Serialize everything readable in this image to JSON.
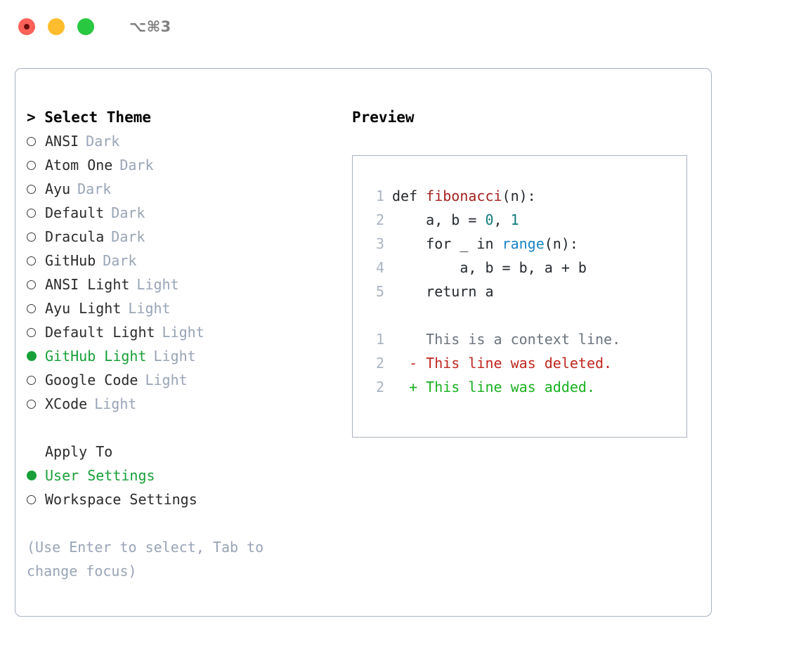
{
  "titlebar": {
    "shortcut": "⌥⌘3",
    "buttons": [
      "close",
      "minimize",
      "maximize"
    ]
  },
  "theme_panel": {
    "header": "> Select Theme",
    "items": [
      {
        "label": "ANSI",
        "badge": "Dark",
        "selected": false
      },
      {
        "label": "Atom One",
        "badge": "Dark",
        "selected": false
      },
      {
        "label": "Ayu",
        "badge": "Dark",
        "selected": false
      },
      {
        "label": "Default",
        "badge": "Dark",
        "selected": false
      },
      {
        "label": "Dracula",
        "badge": "Dark",
        "selected": false
      },
      {
        "label": "GitHub",
        "badge": "Dark",
        "selected": false
      },
      {
        "label": "ANSI Light",
        "badge": "Light",
        "selected": false
      },
      {
        "label": "Ayu Light",
        "badge": "Light",
        "selected": false
      },
      {
        "label": "Default Light",
        "badge": "Light",
        "selected": false
      },
      {
        "label": "GitHub Light",
        "badge": "Light",
        "selected": true
      },
      {
        "label": "Google Code",
        "badge": "Light",
        "selected": false
      },
      {
        "label": "XCode",
        "badge": "Light",
        "selected": false
      }
    ]
  },
  "apply_to": {
    "title": "Apply To",
    "items": [
      {
        "label": "User Settings",
        "selected": true
      },
      {
        "label": "Workspace Settings",
        "selected": false
      }
    ]
  },
  "hint": "(Use Enter to select, Tab to change focus)",
  "preview": {
    "title": "Preview",
    "code_lines": [
      {
        "num": "1",
        "tokens": [
          {
            "t": "def ",
            "c": "tok-def"
          },
          {
            "t": "fibonacci",
            "c": "tok-fn"
          },
          {
            "t": "(n):",
            "c": "tok-punct"
          }
        ]
      },
      {
        "num": "2",
        "tokens": [
          {
            "t": "    a, b = ",
            "c": "tok-kw"
          },
          {
            "t": "0",
            "c": "tok-num"
          },
          {
            "t": ", ",
            "c": "tok-punct"
          },
          {
            "t": "1",
            "c": "tok-num"
          }
        ]
      },
      {
        "num": "3",
        "tokens": [
          {
            "t": "    for _ in ",
            "c": "tok-kw"
          },
          {
            "t": "range",
            "c": "tok-builtin"
          },
          {
            "t": "(n):",
            "c": "tok-punct"
          }
        ]
      },
      {
        "num": "4",
        "tokens": [
          {
            "t": "        a, b = b, a + b",
            "c": "tok-kw"
          }
        ]
      },
      {
        "num": "5",
        "tokens": [
          {
            "t": "    return a",
            "c": "tok-kw"
          }
        ]
      }
    ],
    "diff_lines": [
      {
        "num": "1",
        "marker": " ",
        "text": " This is a context line.",
        "kind": "diff-context"
      },
      {
        "num": "2",
        "marker": "-",
        "text": " This line was deleted.",
        "kind": "diff-del"
      },
      {
        "num": "2",
        "marker": "+",
        "text": " This line was added.",
        "kind": "diff-add"
      }
    ]
  },
  "colors": {
    "accent_green": "#18a038",
    "badge_muted": "#98a4b6",
    "border": "#a8b2c1",
    "diff_add": "#19b121",
    "diff_del": "#c0261f",
    "diff_context": "#6a737d",
    "light_red": "#ff6159",
    "light_yellow": "#ffbd2e",
    "light_green": "#28c840"
  }
}
